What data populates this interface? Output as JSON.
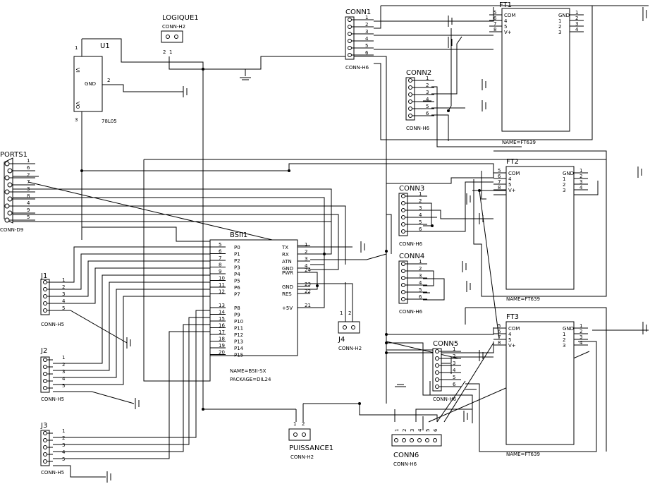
{
  "labels": {
    "logique_ref": "LOGIQUE1",
    "logique_type": "CONN-H2",
    "u1_ref": "U1",
    "u1_part": "78L05",
    "u1_vi": "VI",
    "u1_vo": "VO",
    "u1_gnd": "GND",
    "ports_ref": "PORTS1",
    "ports_type": "CONN-D9",
    "bsii_ref": "BSII1",
    "bsii_name": "NAME=BSII-SX",
    "bsii_pkg": "PACKAGE=DIL24",
    "j1_ref": "J1",
    "j2_ref": "J2",
    "j3_ref": "J3",
    "conn_h5": "CONN-H5",
    "j4_ref": "J4",
    "conn_h2": "CONN-H2",
    "puissance_ref": "PUISSANCE1",
    "conn1_ref": "CONN1",
    "conn2_ref": "CONN2",
    "conn3_ref": "CONN3",
    "conn4_ref": "CONN4",
    "conn5_ref": "CONN5",
    "conn6_ref": "CONN6",
    "conn_h6": "CONN-H6",
    "ft1_ref": "FT1",
    "ft2_ref": "FT2",
    "ft3_ref": "FT3",
    "ft_name": "NAME=FT639",
    "com": "COM",
    "gnd": "GND",
    "vplus": "V+"
  },
  "bsii_left_pins": [
    {
      "num": "5",
      "name": "P0"
    },
    {
      "num": "6",
      "name": "P1"
    },
    {
      "num": "7",
      "name": "P2"
    },
    {
      "num": "8",
      "name": "P3"
    },
    {
      "num": "9",
      "name": "P4"
    },
    {
      "num": "10",
      "name": "P5"
    },
    {
      "num": "11",
      "name": "P6"
    },
    {
      "num": "12",
      "name": "P7"
    },
    {
      "num": "13",
      "name": "P8"
    },
    {
      "num": "14",
      "name": "P9"
    },
    {
      "num": "15",
      "name": "P10"
    },
    {
      "num": "16",
      "name": "P11"
    },
    {
      "num": "17",
      "name": "P12"
    },
    {
      "num": "18",
      "name": "P13"
    },
    {
      "num": "19",
      "name": "P14"
    },
    {
      "num": "20",
      "name": "P15"
    }
  ],
  "bsii_right_pins": [
    {
      "num": "1",
      "name": "TX"
    },
    {
      "num": "2",
      "name": "RX"
    },
    {
      "num": "3",
      "name": "ATN"
    },
    {
      "num": "4",
      "name": "GND"
    },
    {
      "num": "24",
      "name": "PWR"
    },
    {
      "num": "23",
      "name": "GND"
    },
    {
      "num": "22",
      "name": "RES"
    },
    {
      "num": "21",
      "name": "+5V"
    }
  ],
  "ports_pins": [
    "1",
    "6",
    "2",
    "7",
    "3",
    "8",
    "4",
    "9",
    "5"
  ],
  "h5_pins": [
    "1",
    "2",
    "3",
    "4",
    "5"
  ],
  "h6_pins": [
    "1",
    "2",
    "3",
    "4",
    "5",
    "6"
  ],
  "h2_pins": [
    "1",
    "2"
  ],
  "ft_left_pins": [
    {
      "num": "5",
      "name": "COM"
    },
    {
      "num": "6",
      "name": "4"
    },
    {
      "num": "7",
      "name": "5"
    },
    {
      "num": "8",
      "name": "V+"
    }
  ],
  "ft_right_pins": [
    {
      "num": "1",
      "name": "GND"
    },
    {
      "num": "2",
      "name": "1"
    },
    {
      "num": "3",
      "name": "2"
    },
    {
      "num": "4",
      "name": "3"
    }
  ],
  "u1_pins": {
    "vi": "1",
    "gnd": "2",
    "vo": "3"
  }
}
